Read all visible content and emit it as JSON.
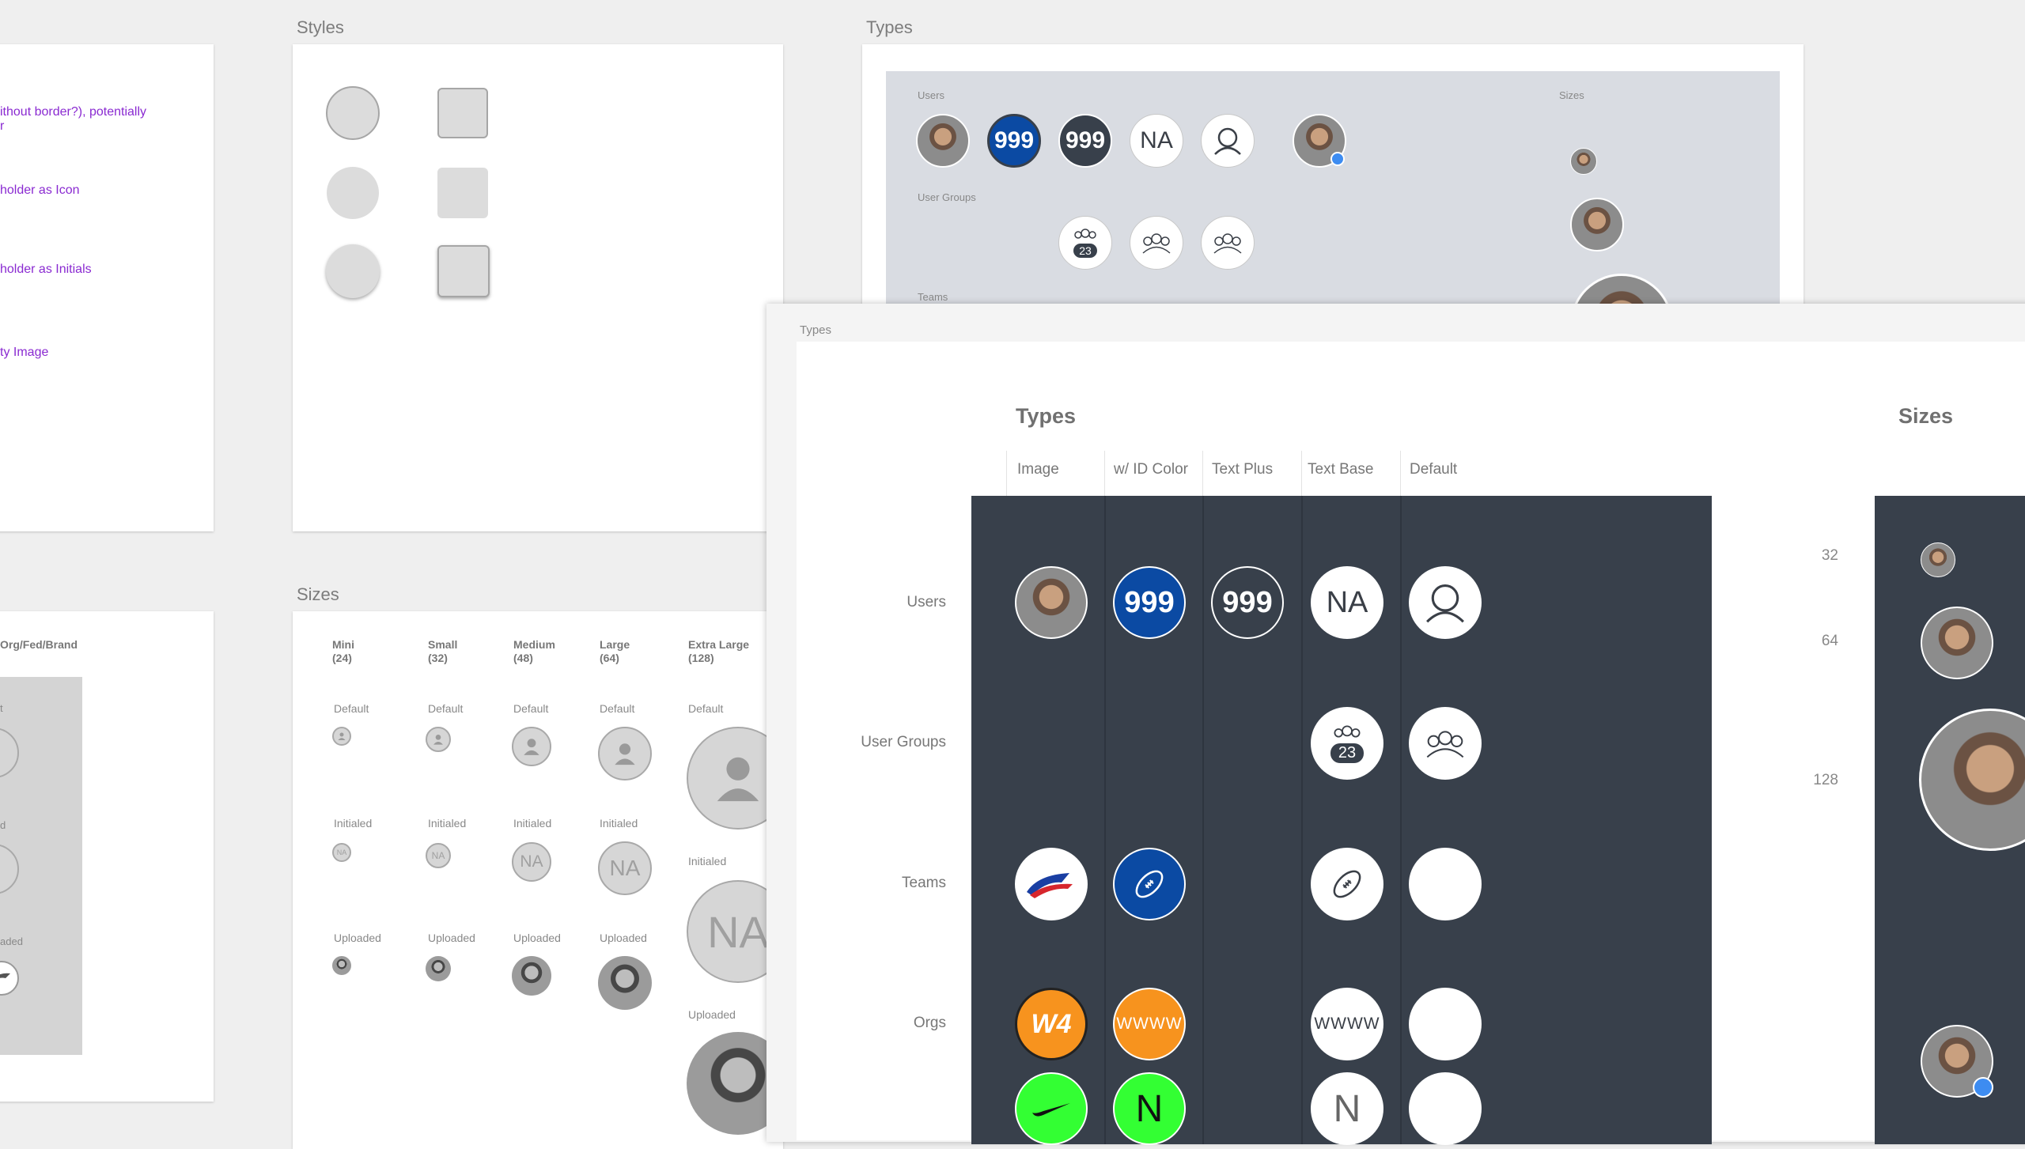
{
  "artboards": {
    "styles": "Styles",
    "types": "Types",
    "sizes": "Sizes",
    "types_inner": "Types"
  },
  "notes": {
    "n1a": "ithout border?), potentially",
    "n1b": "r",
    "n2": "holder as Icon",
    "n3": "holder as Initials",
    "n4": "ty Image",
    "org_heading": "Org/Fed/Brand",
    "frag1": "t",
    "frag2": "d",
    "frag3": "aded"
  },
  "sizes_board": {
    "columns": [
      {
        "name": "Mini",
        "px": "(24)"
      },
      {
        "name": "Small",
        "px": "(32)"
      },
      {
        "name": "Medium",
        "px": "(48)"
      },
      {
        "name": "Large",
        "px": "(64)"
      },
      {
        "name": "Extra Large",
        "px": "(128)"
      }
    ],
    "row_default": "Default",
    "row_initialed": "Initialed",
    "row_uploaded": "Uploaded",
    "initials": "NA"
  },
  "mini_types": {
    "users_label": "Users",
    "groups_label": "User Groups",
    "teams_label": "Teams",
    "sizes_label": "Sizes",
    "num": "999",
    "initials": "NA",
    "group_count": "23"
  },
  "types_main": {
    "title": "Types",
    "sizes_title": "Sizes",
    "columns": [
      "Image",
      "w/ ID Color",
      "Text Plus",
      "Text Base",
      "Default"
    ],
    "rows": [
      "Users",
      "User Groups",
      "Teams",
      "Orgs"
    ],
    "num": "999",
    "initials": "NA",
    "group_count": "23",
    "org_text": "WWWW",
    "org_initial": "N",
    "radio_logo": "W4",
    "size_values": [
      "32",
      "64",
      "128"
    ]
  },
  "colors": {
    "accent_purple": "#8a2ad1",
    "id_blue": "#0b4aa3",
    "dark_panel": "#38404b",
    "status_blue": "#3d8cf1",
    "org_orange": "#f7931e",
    "org_green": "#33ff33"
  }
}
